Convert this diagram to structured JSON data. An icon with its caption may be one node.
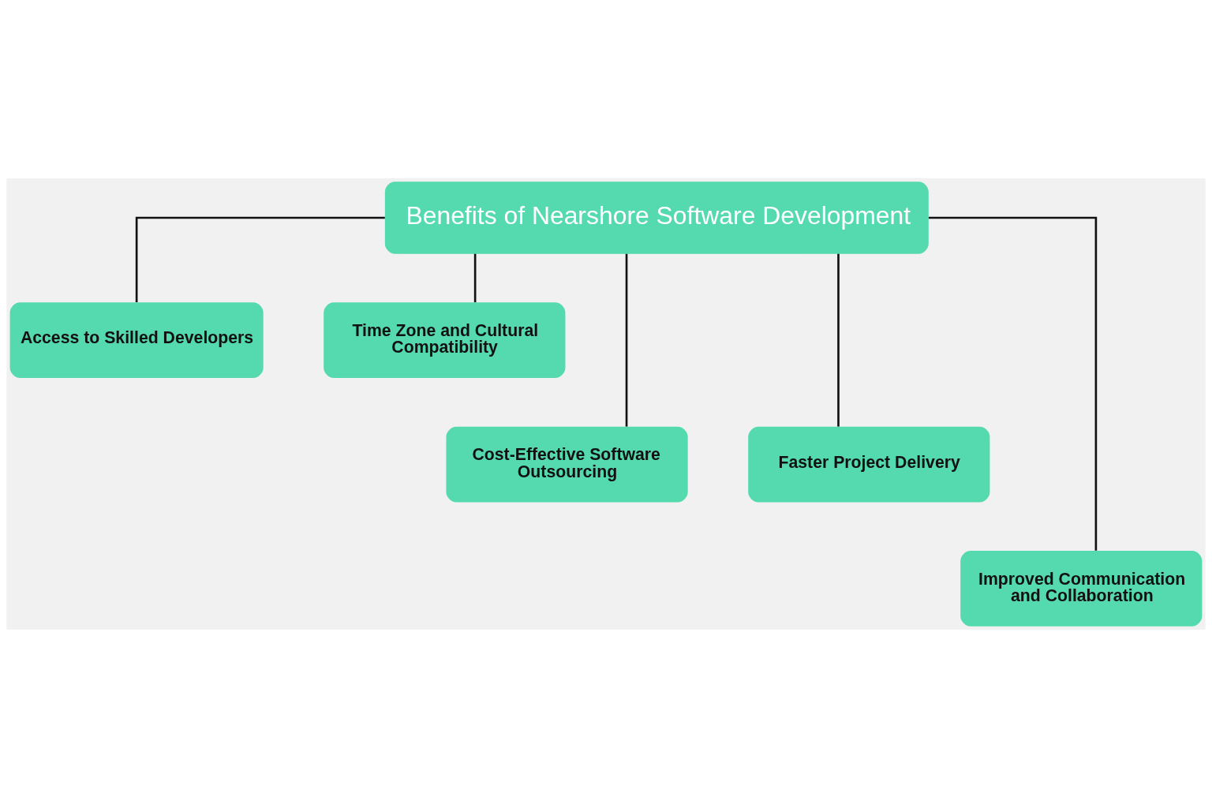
{
  "diagram": {
    "nodes": [
      {
        "text": [
          "Benefits of Nearshore Software Development"
        ]
      },
      {
        "text": [
          "Access to Skilled Developers"
        ]
      },
      {
        "text": [
          "Time Zone and Cultural Compatibility"
        ]
      },
      {
        "text": [
          "Cost-Effective Software Outsourcing"
        ]
      },
      {
        "text": [
          "Faster Project Delivery"
        ]
      },
      {
        "text": [
          "Improved Communication and Collaboration"
        ]
      }
    ],
    "edges": [
      {
        "from": 0,
        "to": 1,
        "arrow": "none"
      },
      {
        "from": 0,
        "to": 2,
        "arrow": "none"
      },
      {
        "from": 0,
        "to": 3,
        "arrow": "none"
      },
      {
        "from": 0,
        "to": 4,
        "arrow": "none"
      },
      {
        "from": 0,
        "to": 5,
        "arrow": "none"
      }
    ]
  }
}
